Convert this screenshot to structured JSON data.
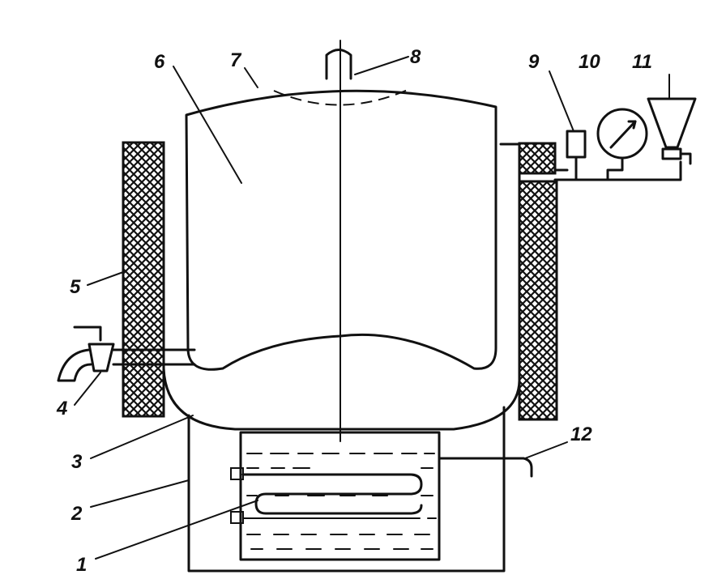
{
  "diagram": {
    "labels": {
      "l1": "1",
      "l2": "2",
      "l3": "3",
      "l4": "4",
      "l5": "5",
      "l6": "6",
      "l7": "7",
      "l8": "8",
      "l9": "9",
      "l10": "10",
      "l11": "11",
      "l12": "12"
    },
    "colors": {
      "ink": "#111111",
      "paper": "#ffffff"
    }
  }
}
